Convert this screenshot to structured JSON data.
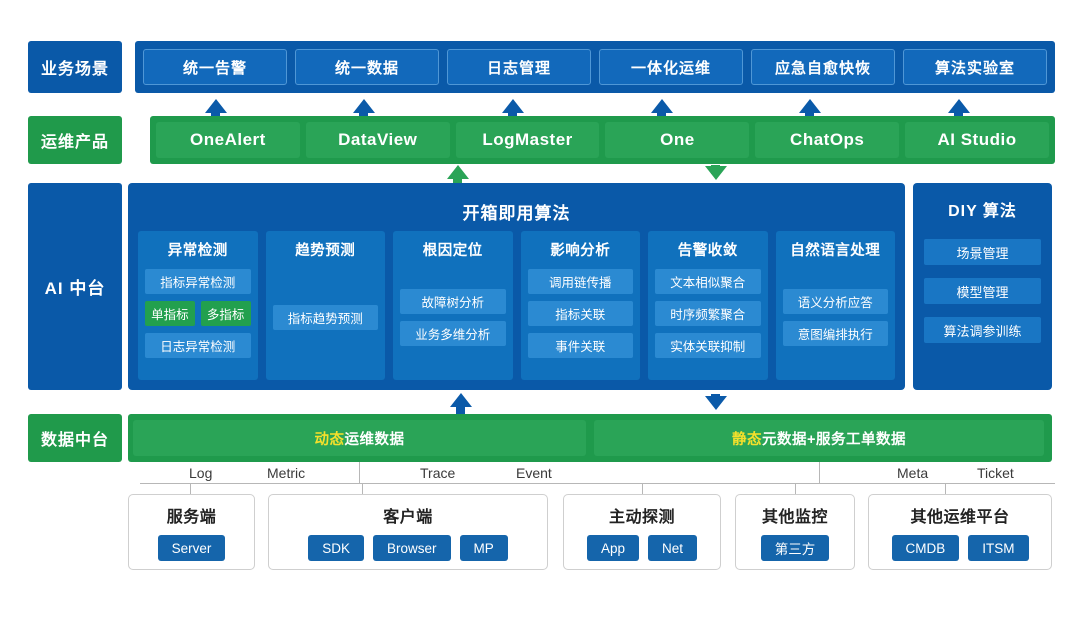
{
  "rows": {
    "scenarios": {
      "label": "业务场景",
      "items": [
        "统一告警",
        "统一数据",
        "日志管理",
        "一体化运维",
        "应急自愈快恢",
        "算法实验室"
      ]
    },
    "products": {
      "label": "运维产品",
      "items": [
        "OneAlert",
        "DataView",
        "LogMaster",
        "One",
        "ChatOps",
        "AI Studio"
      ]
    },
    "ai": {
      "label": "AI 中台",
      "main_title": "开箱即用算法",
      "cards": [
        {
          "title": "异常检测",
          "chips": [
            "指标异常检测"
          ],
          "green_chips": [
            "单指标",
            "多指标"
          ],
          "chips_after": [
            "日志异常检测"
          ]
        },
        {
          "title": "趋势预测",
          "chips": [
            "指标趋势预测"
          ],
          "green_chips": [],
          "chips_after": []
        },
        {
          "title": "根因定位",
          "chips": [
            "故障树分析",
            "业务多维分析"
          ],
          "green_chips": [],
          "chips_after": []
        },
        {
          "title": "影响分析",
          "chips": [
            "调用链传播",
            "指标关联",
            "事件关联"
          ],
          "green_chips": [],
          "chips_after": []
        },
        {
          "title": "告警收敛",
          "chips": [
            "文本相似聚合",
            "时序频繁聚合",
            "实体关联抑制"
          ],
          "green_chips": [],
          "chips_after": []
        },
        {
          "title": "自然语言处理",
          "chips": [
            "语义分析应答",
            "意图编排执行"
          ],
          "green_chips": [],
          "chips_after": []
        }
      ],
      "diy": {
        "title": "DIY 算法",
        "chips": [
          "场景管理",
          "模型管理",
          "算法调参训练"
        ]
      }
    },
    "data": {
      "label": "数据中台",
      "dynamic": {
        "highlight": "动态",
        "rest": "运维数据"
      },
      "static": {
        "highlight": "静态",
        "rest": "元数据+服务工单数据"
      }
    }
  },
  "connector_labels": [
    "Log",
    "Metric",
    "Trace",
    "Event",
    "Meta",
    "Ticket"
  ],
  "sources": [
    {
      "title": "服务端",
      "chips": [
        "Server"
      ]
    },
    {
      "title": "客户端",
      "chips": [
        "SDK",
        "Browser",
        "MP"
      ]
    },
    {
      "title": "主动探测",
      "chips": [
        "App",
        "Net"
      ]
    },
    {
      "title": "其他监控",
      "chips": [
        "第三方"
      ]
    },
    {
      "title": "其他运维平台",
      "chips": [
        "CMDB",
        "ITSM"
      ]
    }
  ],
  "colors": {
    "blue_dark": "#0a59a8",
    "blue_mid": "#1269bb",
    "blue_light": "#2b8ad2",
    "green_dark": "#1f9a4c",
    "green_mid": "#2aa457",
    "green_chip": "#22a04e",
    "yellow_highlight": "#f5e02b",
    "source_chip": "#1565ab"
  }
}
